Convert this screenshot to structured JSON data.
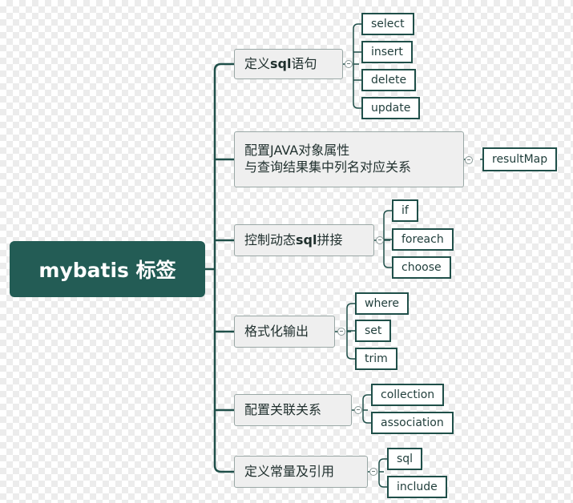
{
  "root": {
    "label": "mybatis 标签"
  },
  "categories": [
    {
      "label": "定义sql语句",
      "parts": [
        "定义",
        "sql",
        "语句"
      ],
      "children": [
        "select",
        "insert",
        "delete",
        "update"
      ]
    },
    {
      "label_line1": "配置JAVA对象属性",
      "label_line2": "与查询结果集中列名对应关系",
      "children": [
        "resultMap"
      ]
    },
    {
      "label": "控制动态sql拼接",
      "parts": [
        "控制动态",
        "sql",
        "拼接"
      ],
      "children": [
        "if",
        "foreach",
        "choose"
      ]
    },
    {
      "label": "格式化输出",
      "children": [
        "where",
        "set",
        "trim"
      ]
    },
    {
      "label": "配置关联关系",
      "children": [
        "collection",
        "association"
      ]
    },
    {
      "label": "定义常量及引用",
      "children": [
        "sql",
        "include"
      ]
    }
  ],
  "colors": {
    "root_fill": "#235c55",
    "line": "#1f4f49",
    "category_fill": "#efefef"
  }
}
